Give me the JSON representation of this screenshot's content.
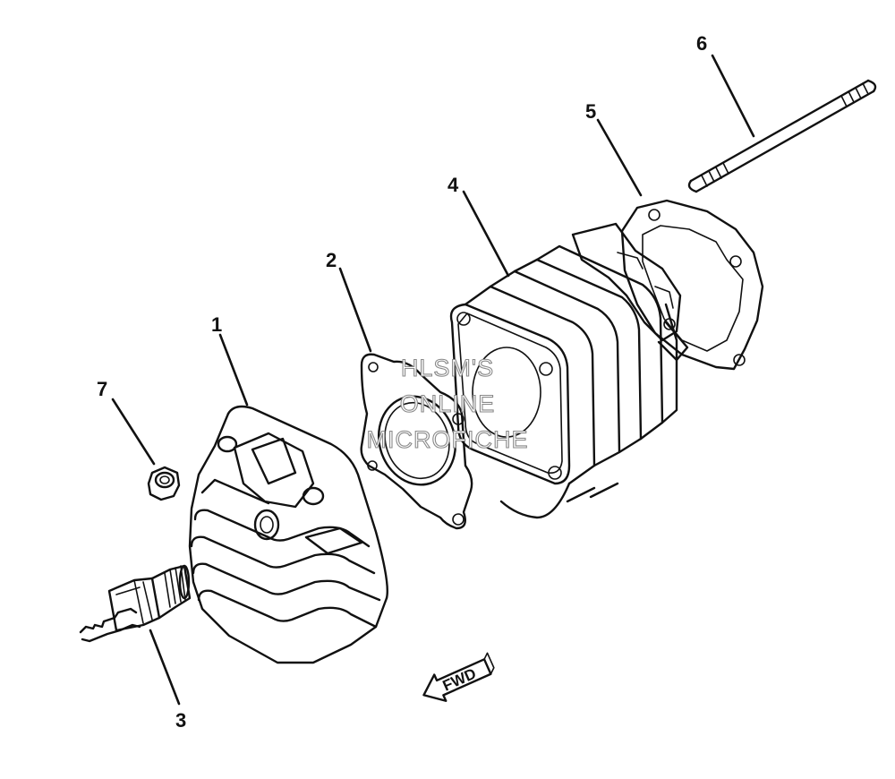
{
  "callouts": {
    "c1": "1",
    "c2": "2",
    "c3": "3",
    "c4": "4",
    "c5": "5",
    "c6": "6",
    "c7": "7"
  },
  "watermark": {
    "line1": "HLSM'S",
    "line2": "ONLINE",
    "line3": "MICROFICHE"
  },
  "direction_marker": "FWD",
  "colors": {
    "ink": "#111111",
    "watermark_outline": "#8a8a8a",
    "background": "#ffffff"
  }
}
